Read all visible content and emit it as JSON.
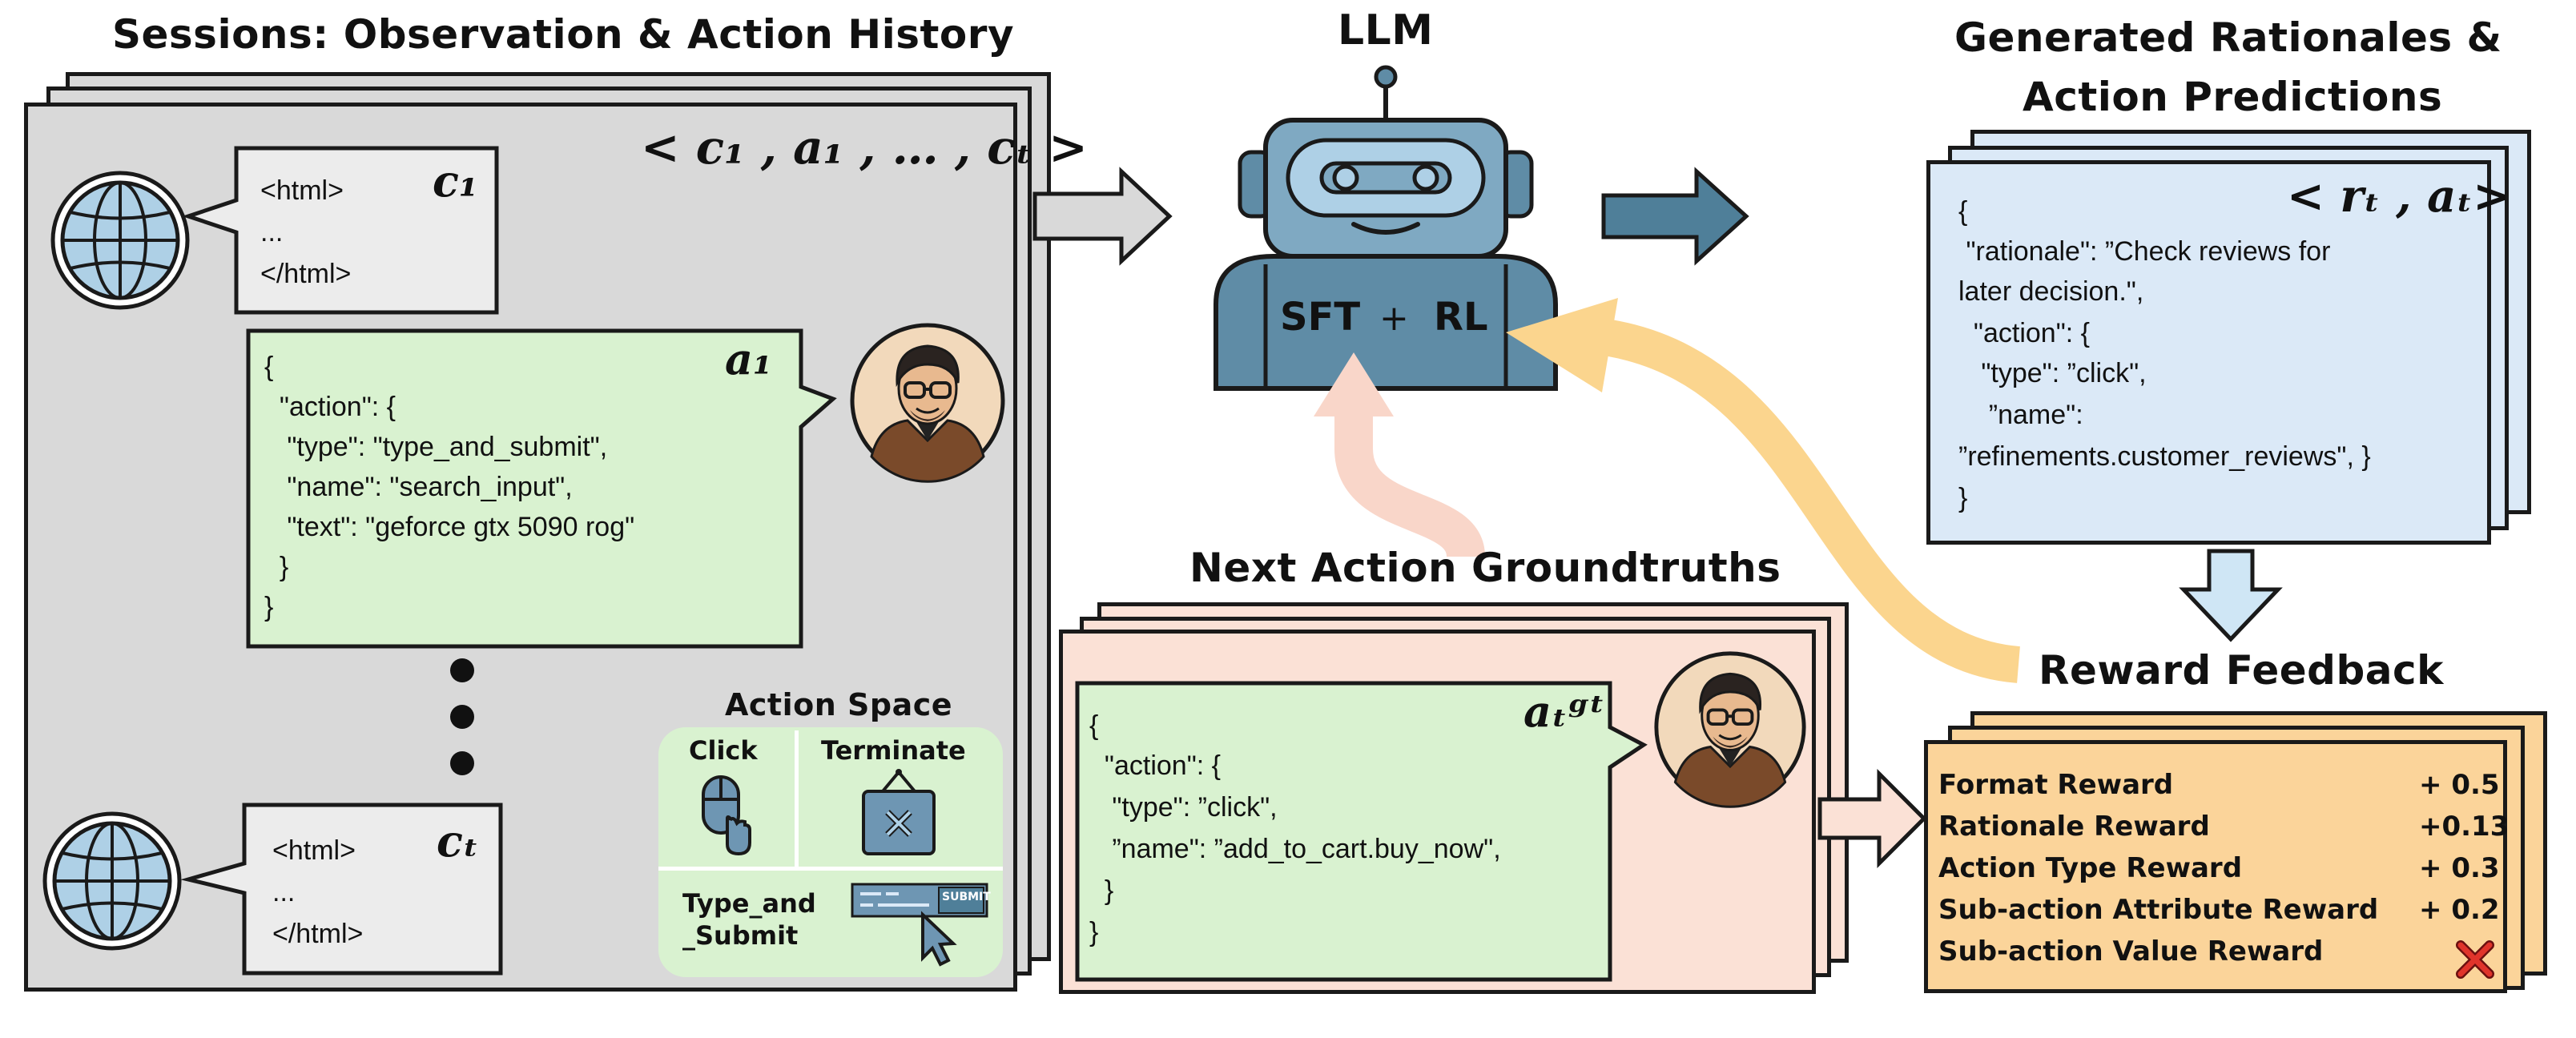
{
  "sessions": {
    "title": "Sessions: Observation & Action History",
    "sequence_label": "< c₁ , a₁ , … , cₜ >",
    "context_1": {
      "lines": [
        "<html>",
        "...",
        "</html>"
      ],
      "label": "c₁"
    },
    "action_1": {
      "label": "a₁",
      "lines": [
        "{",
        "  \"action\": {",
        "   \"type\": \"type_and_submit\",",
        "   \"name\": \"search_input\",",
        "   \"text\": \"geforce gtx 5090 rog\"",
        "  }",
        "}"
      ]
    },
    "context_t": {
      "lines": [
        "<html>",
        "...",
        "</html>"
      ],
      "label": "cₜ"
    },
    "action_space": {
      "title": "Action Space",
      "items": [
        "Click",
        "Terminate",
        "Type_and\n_Submit"
      ],
      "submit_text": "SUBMIT"
    }
  },
  "llm": {
    "title": "LLM",
    "sft": "SFT",
    "plus": "+",
    "rl": "RL"
  },
  "generated": {
    "title_line1": "Generated Rationales &",
    "title_line2": "Action Predictions",
    "label": "< rₜ , aₜ>",
    "lines": [
      "{",
      " \"rationale\": ”Check reviews for",
      "later decision.\",",
      "  \"action\": {",
      "   \"type\": ”click\",",
      "    ”name\":",
      "”refinements.customer_reviews\", }",
      "}"
    ]
  },
  "groundtruth": {
    "title": "Next Action Groundtruths",
    "label": "aₜᵍᵗ",
    "lines": [
      "{",
      "  \"action\": {",
      "   \"type\": ”click\",",
      "   ”name\": ”add_to_cart.buy_now\",",
      "  }",
      "}"
    ]
  },
  "reward": {
    "title": "Reward Feedback",
    "rows": [
      {
        "name": "Format Reward",
        "value": "+ 0.5"
      },
      {
        "name": "Rationale Reward",
        "value": "+0.13"
      },
      {
        "name": "Action Type Reward",
        "value": "+ 0.3"
      },
      {
        "name": "Sub-action Attribute Reward",
        "value": "+ 0.2"
      },
      {
        "name": "Sub-action Value Reward",
        "value": ""
      }
    ],
    "fail_icon": "red-x-icon"
  },
  "colors": {
    "session_bg": "#d9d9d9",
    "action_green": "#d9f2d0",
    "gen_blue": "#dbe9f7",
    "gt_peach": "#fbe1d6",
    "reward_orange": "#fbd49a",
    "robot_blue": "#5f8ca6",
    "arrow_teal": "#4f7f99",
    "reward_arrow": "#fbd58e",
    "gt_arrow": "#f9d6c9"
  }
}
